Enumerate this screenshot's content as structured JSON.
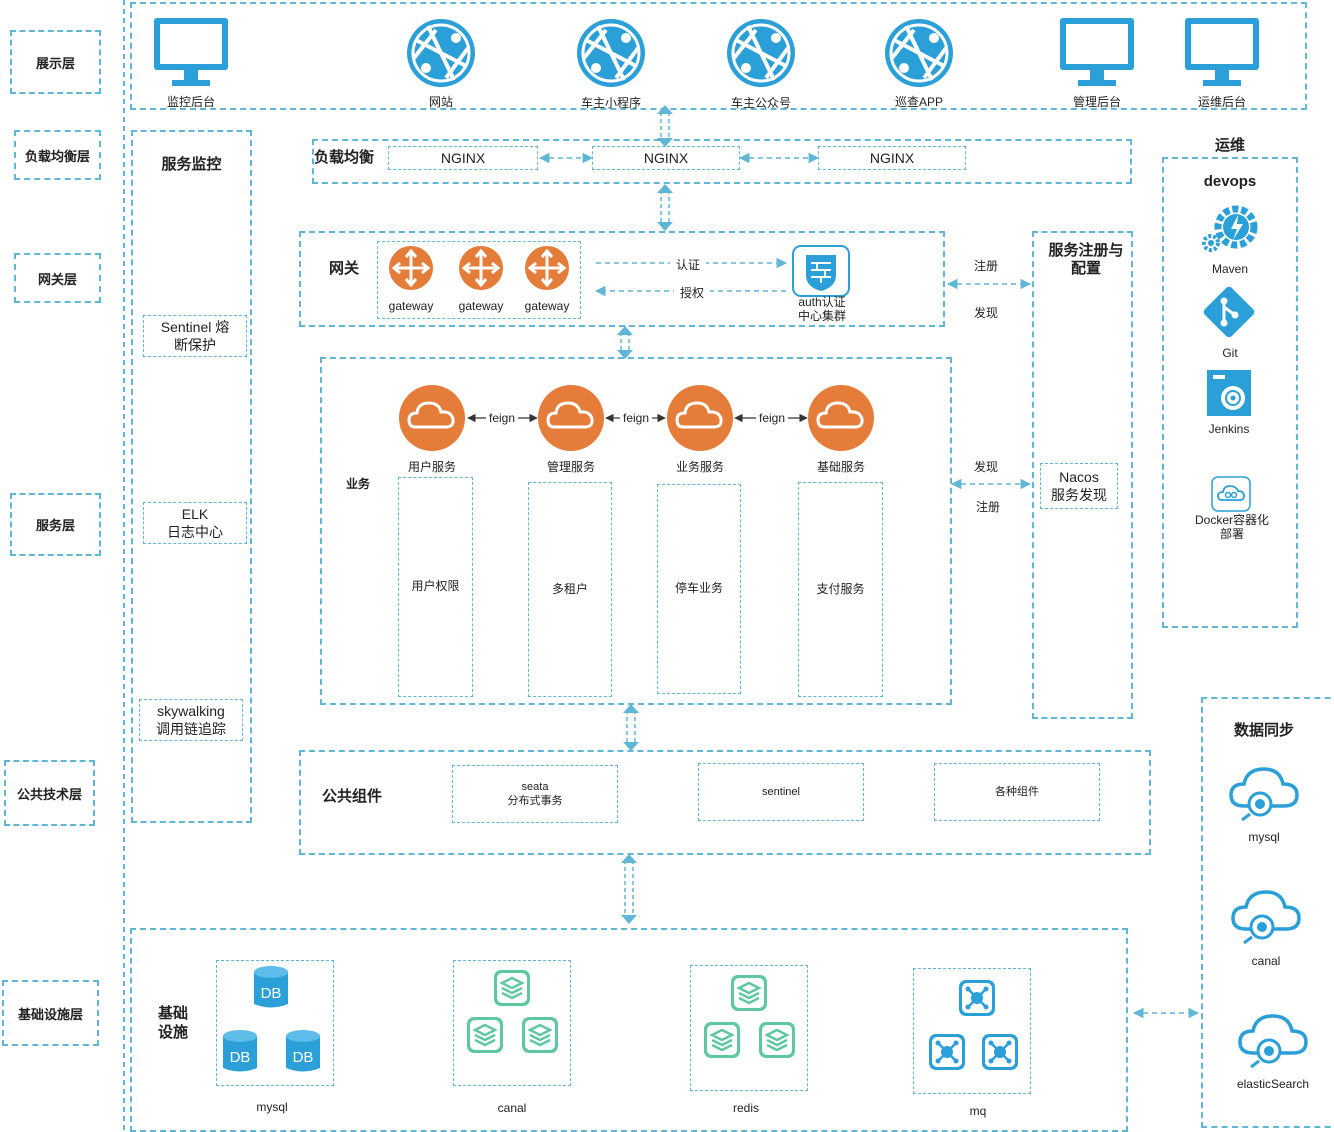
{
  "layers": [
    "展示层",
    "负载均衡层",
    "网关层",
    "服务层",
    "公共技术层",
    "基础设施层"
  ],
  "display": {
    "items": [
      "监控后台",
      "网站",
      "车主小程序",
      "车主公众号",
      "巡查APP",
      "管理后台",
      "运维后台"
    ]
  },
  "monitor": {
    "title": "服务监控",
    "items": [
      {
        "line1": "Sentinel 熔",
        "line2": "断保护"
      },
      {
        "line1": "ELK",
        "line2": "日志中心"
      },
      {
        "line1": "skywalking",
        "line2": "调用链追踪"
      }
    ]
  },
  "lb": {
    "title": "负载均衡",
    "nginx": [
      "NGINX",
      "NGINX",
      "NGINX"
    ]
  },
  "gateway": {
    "title": "网关",
    "items": [
      "gateway",
      "gateway",
      "gateway"
    ],
    "auth_label": "认证",
    "authz_label": "授权",
    "auth_center": {
      "line1": "auth认证",
      "line2": "中心集群"
    },
    "register": "注册",
    "discover": "发现"
  },
  "registry": {
    "title_line1": "服务注册与",
    "title_line2": "配置",
    "nacos_line1": "Nacos",
    "nacos_line2": "服务发现"
  },
  "business": {
    "title": "业务",
    "feign": "feign",
    "services": [
      "用户服务",
      "管理服务",
      "业务服务",
      "基础服务"
    ],
    "modules": [
      "用户权限",
      "多租户",
      "停车业务",
      "支付服务"
    ],
    "discover": "发现",
    "register": "注册"
  },
  "common": {
    "title": "公共组件",
    "items": [
      {
        "line1": "seata",
        "line2": "分布式事务"
      },
      {
        "line1": "sentinel",
        "line2": ""
      },
      {
        "line1": "各种组件",
        "line2": ""
      }
    ]
  },
  "infra": {
    "title_line1": "基础",
    "title_line2": "设施",
    "items": [
      "mysql",
      "canal",
      "redis",
      "mq"
    ],
    "db_label": "DB"
  },
  "ops": {
    "title": "运维",
    "devops": "devops",
    "tools": [
      "Maven",
      "Git",
      "Jenkins"
    ],
    "docker_line1": "Docker容器化",
    "docker_line2": "部署"
  },
  "sync": {
    "title": "数据同步",
    "items": [
      "mysql",
      "canal",
      "elasticSearch"
    ]
  },
  "colors": {
    "dash": "#5fb6d6",
    "orange": "#e57c3a",
    "blue": "#2a9fd8",
    "green": "#5fc8a0"
  }
}
